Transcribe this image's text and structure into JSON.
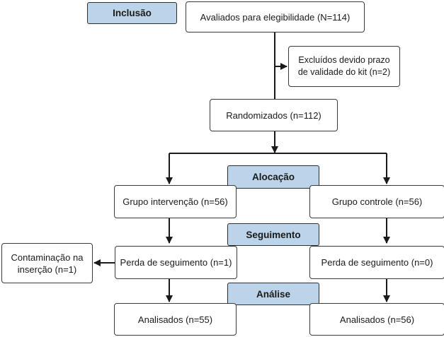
{
  "stages": {
    "inclusion": "Inclusão",
    "allocation": "Alocação",
    "followup": "Seguimento",
    "analysis": "Análise"
  },
  "boxes": {
    "assessed": "Avaliados para elegibilidade (N=114)",
    "excluded": "Excluídos devido prazo de validade do kit (n=2)",
    "randomized": "Randomizados (n=112)",
    "intervention_group": "Grupo intervenção (n=56)",
    "control_group": "Grupo controle (n=56)",
    "intervention_lost": "Perda de seguimento (n=1)",
    "control_lost": "Perda de seguimento (n=0)",
    "contamination": "Contaminação na inserção (n=1)",
    "intervention_analyzed": "Analisados (n=55)",
    "control_analyzed": "Analisados (n=56)"
  },
  "colors": {
    "stage_fill": "#bcd4ea",
    "line": "#1a1a1a"
  }
}
